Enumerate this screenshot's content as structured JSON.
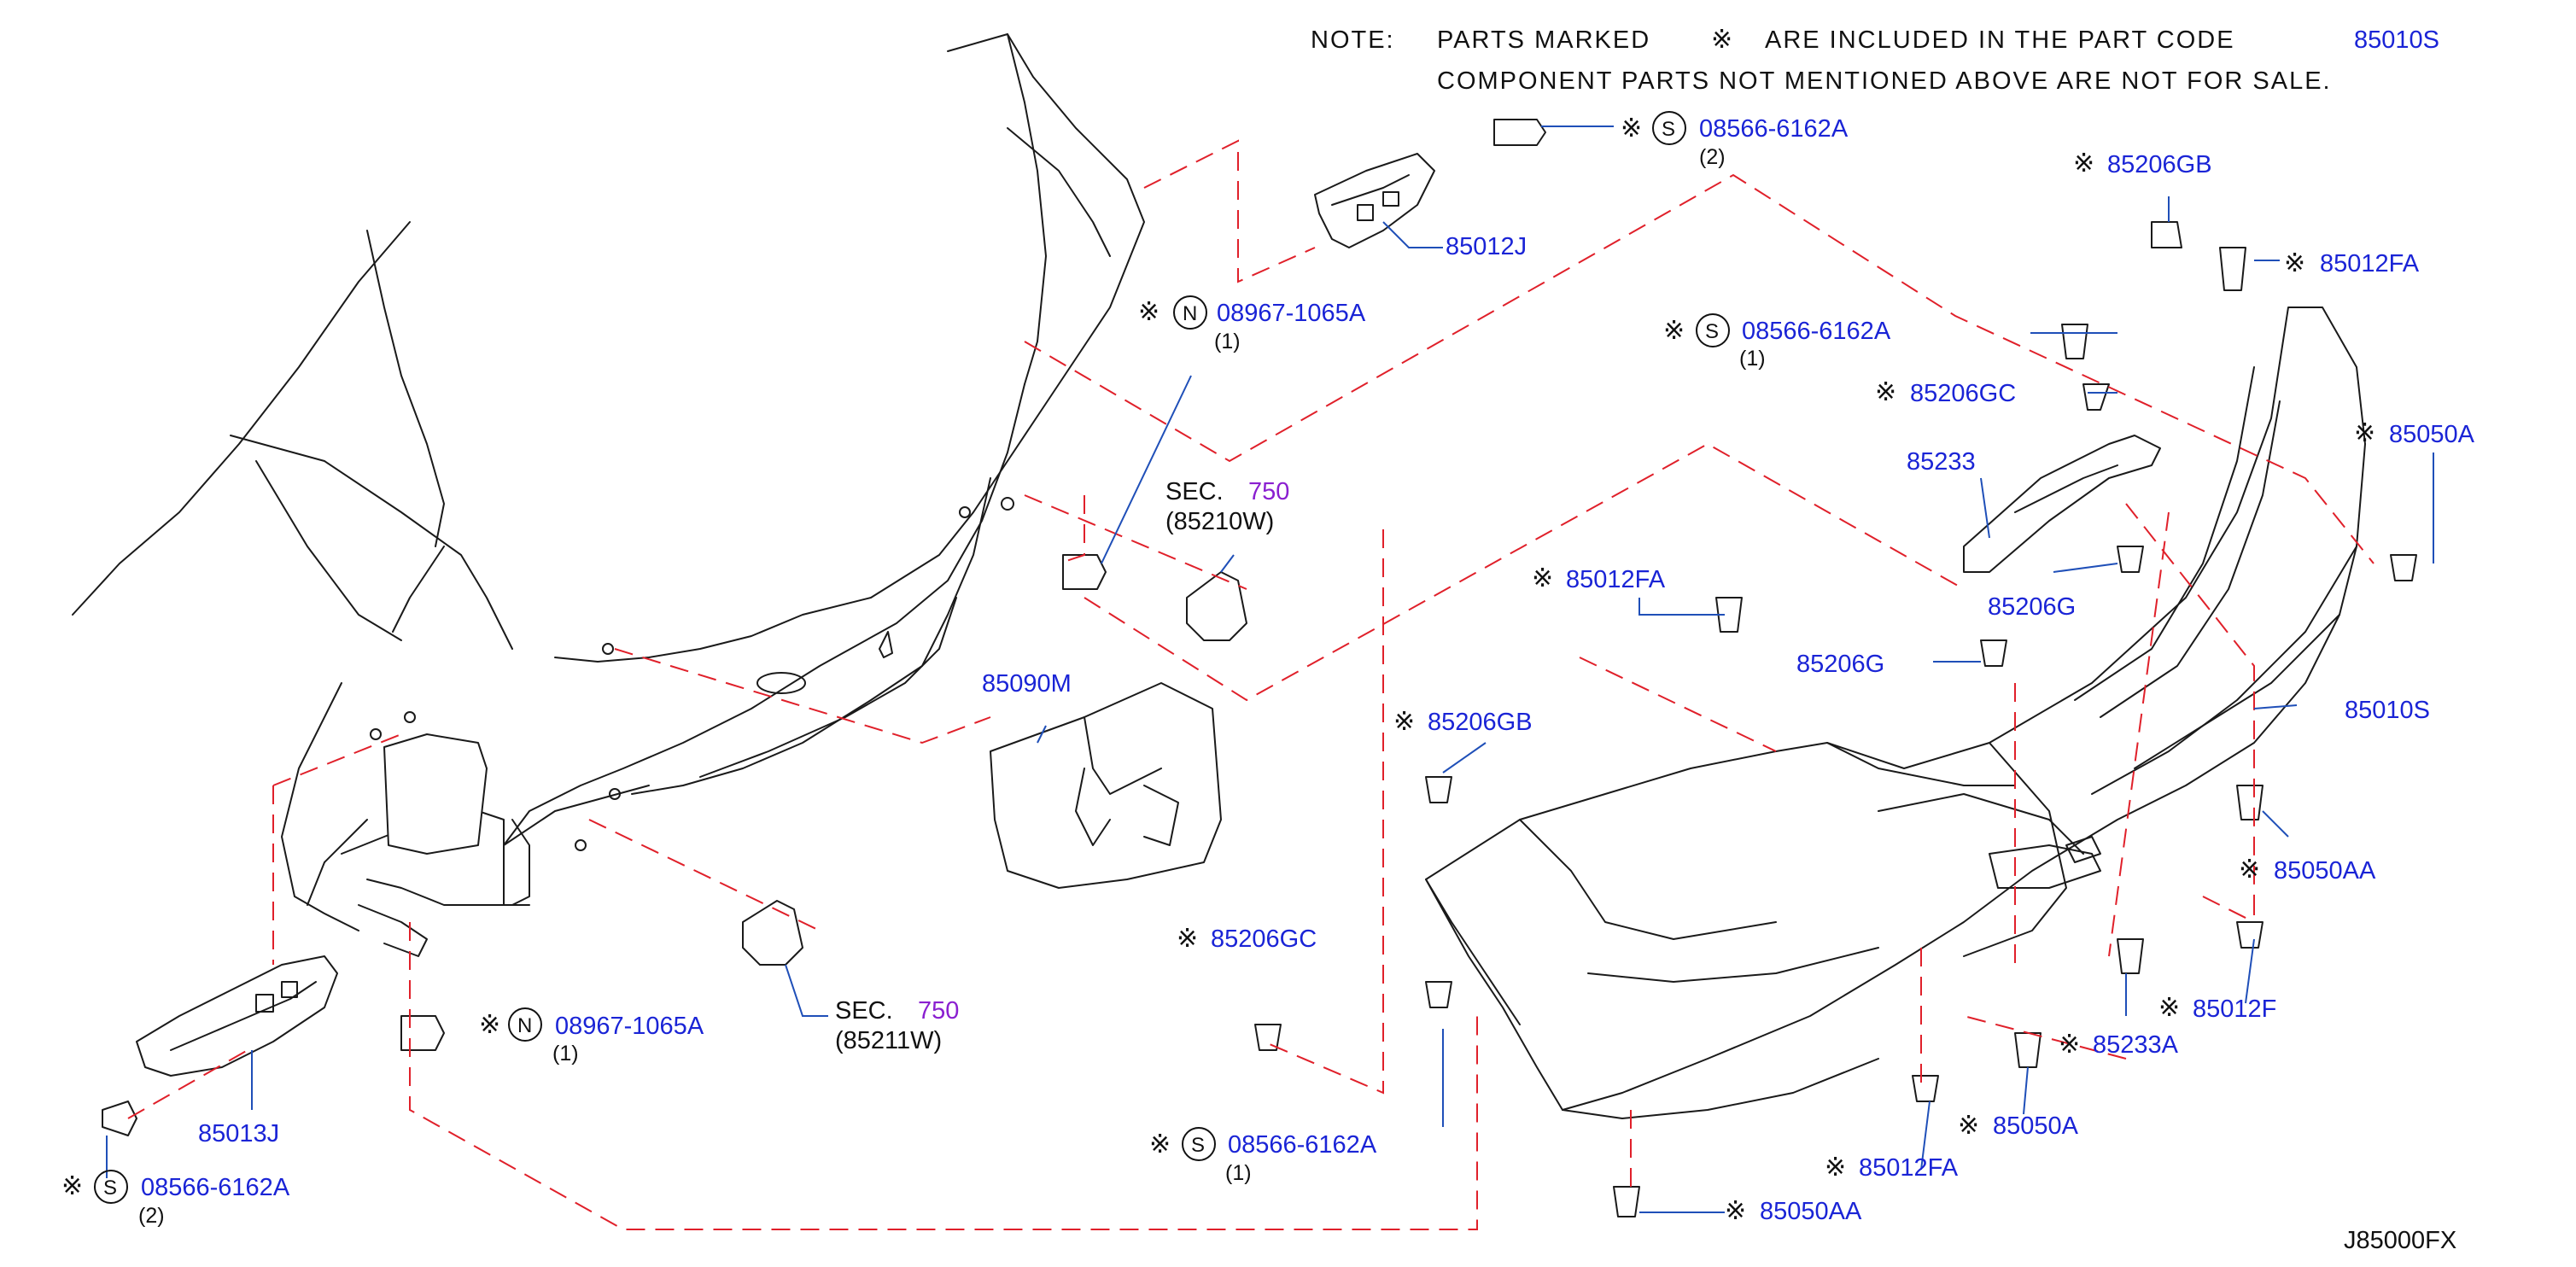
{
  "note": {
    "heading": "NOTE:",
    "line1": "PARTS MARKED",
    "line1_mark": "※",
    "line1_tail": "ARE INCLUDED IN THE PART CODE",
    "line1_code": "85010S",
    "line2": "COMPONENT PARTS NOT MENTIONED ABOVE ARE NOT FOR SALE."
  },
  "diagram_code": "J85000FX",
  "colors": {
    "part_number": "#1a24d6",
    "section_number": "#8a1fd0",
    "dashed_line": "#e0202a",
    "leader_line": "#1f4fb8",
    "outline": "#1a1a1a"
  },
  "callouts": [
    {
      "id": "c1",
      "mark": "※",
      "symbol": "S",
      "part": "08566-6162A",
      "qty": "(2)"
    },
    {
      "id": "c2",
      "mark": "",
      "symbol": "",
      "part": "85012J",
      "qty": ""
    },
    {
      "id": "c3",
      "mark": "※",
      "symbol": "N",
      "part": "08967-1065A",
      "qty": "(1)"
    },
    {
      "id": "c4",
      "mark": "※",
      "symbol": "",
      "part": "85206GB",
      "qty": ""
    },
    {
      "id": "c5",
      "mark": "※",
      "symbol": "",
      "part": "85012FA",
      "qty": ""
    },
    {
      "id": "c6",
      "mark": "※",
      "symbol": "S",
      "part": "08566-6162A",
      "qty": "(1)"
    },
    {
      "id": "c7",
      "mark": "※",
      "symbol": "",
      "part": "85206GC",
      "qty": ""
    },
    {
      "id": "c8",
      "mark": "",
      "symbol": "",
      "part": "85233",
      "qty": ""
    },
    {
      "id": "c9",
      "mark": "※",
      "symbol": "",
      "part": "85050A",
      "qty": ""
    },
    {
      "id": "c10",
      "mark": "",
      "symbol": "",
      "part": "85206G",
      "qty": ""
    },
    {
      "id": "c11",
      "mark": "※",
      "symbol": "",
      "part": "85012FA",
      "qty": ""
    },
    {
      "id": "c12",
      "mark": "",
      "symbol": "",
      "part": "85206G",
      "qty": ""
    },
    {
      "id": "c13",
      "mark": "",
      "symbol": "",
      "part": "85090M",
      "qty": ""
    },
    {
      "id": "c14",
      "mark": "",
      "symbol": "",
      "part": "85010S",
      "qty": ""
    },
    {
      "id": "c15",
      "mark": "※",
      "symbol": "",
      "part": "85206GB",
      "qty": ""
    },
    {
      "id": "c16",
      "mark": "※",
      "symbol": "",
      "part": "85050AA",
      "qty": ""
    },
    {
      "id": "c17",
      "mark": "※",
      "symbol": "",
      "part": "85206GC",
      "qty": ""
    },
    {
      "id": "c18",
      "mark": "※",
      "symbol": "",
      "part": "85012F",
      "qty": ""
    },
    {
      "id": "c19",
      "mark": "※",
      "symbol": "",
      "part": "85233A",
      "qty": ""
    },
    {
      "id": "c20",
      "mark": "※",
      "symbol": "N",
      "part": "08967-1065A",
      "qty": "(1)"
    },
    {
      "id": "c21",
      "mark": "※",
      "symbol": "",
      "part": "85050A",
      "qty": ""
    },
    {
      "id": "c22",
      "mark": "",
      "symbol": "",
      "part": "85013J",
      "qty": ""
    },
    {
      "id": "c23",
      "mark": "※",
      "symbol": "S",
      "part": "08566-6162A",
      "qty": "(1)"
    },
    {
      "id": "c24",
      "mark": "※",
      "symbol": "",
      "part": "85012FA",
      "qty": ""
    },
    {
      "id": "c25",
      "mark": "※",
      "symbol": "S",
      "part": "08566-6162A",
      "qty": "(2)"
    },
    {
      "id": "c26",
      "mark": "※",
      "symbol": "",
      "part": "85050AA",
      "qty": ""
    }
  ],
  "sections": [
    {
      "id": "s1",
      "label": "SEC.",
      "number": "750",
      "sub": "(85210W)"
    },
    {
      "id": "s2",
      "label": "SEC.",
      "number": "750",
      "sub": "(85211W)"
    }
  ]
}
